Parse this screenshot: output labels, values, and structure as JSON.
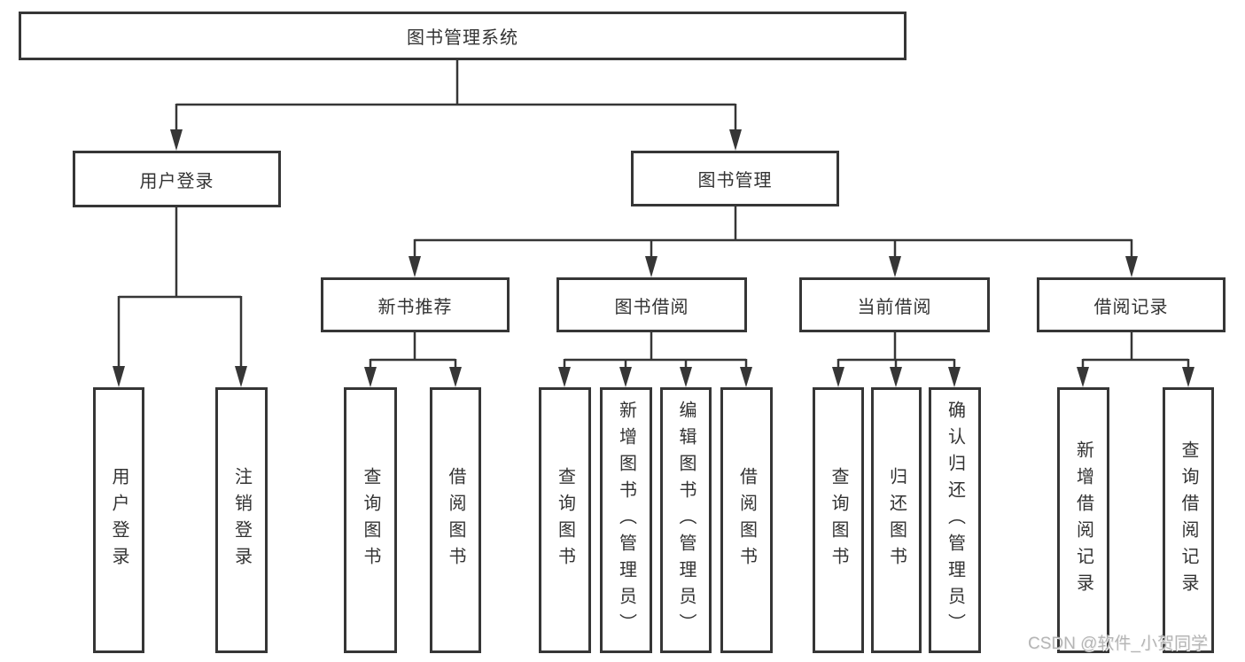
{
  "diagram": {
    "root": "图书管理系统",
    "user_login_branch": {
      "label": "用户登录",
      "children": [
        "用户登录",
        "注销登录"
      ]
    },
    "book_mgmt_branch": {
      "label": "图书管理",
      "sections": [
        {
          "label": "新书推荐",
          "children": [
            "查询图书",
            "借阅图书"
          ]
        },
        {
          "label": "图书借阅",
          "children": [
            "查询图书",
            "新增图书（管理员）",
            "编辑图书（管理员）",
            "借阅图书"
          ]
        },
        {
          "label": "当前借阅",
          "children": [
            "查询图书",
            "归还图书",
            "确认归还（管理员）"
          ]
        },
        {
          "label": "借阅记录",
          "children": [
            "新增借阅记录",
            "查询借阅记录"
          ]
        }
      ]
    }
  },
  "watermark": "CSDN @软件_小贺同学",
  "colors": {
    "line": "#363636",
    "box_border": "#363636",
    "text": "#333333",
    "watermark_text": "#b5b5b5",
    "background": "#ffffff"
  }
}
